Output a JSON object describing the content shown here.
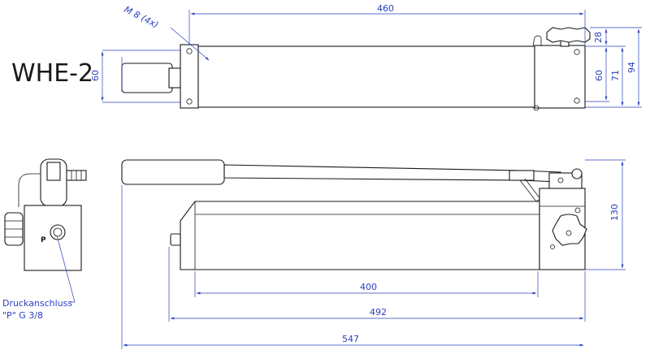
{
  "title": "WHE-2",
  "thread_note": "M 8 (4x)",
  "port_label": "P",
  "connection_note": {
    "line1": "Druckanschluss",
    "line2": "\"P\" G 3/8"
  },
  "dimensions": {
    "top_length": "460",
    "top_height_left": "60",
    "knob_height": "28",
    "body_height": "60",
    "overall_height_71": "71",
    "overall_height_94": "94",
    "side_height": "130",
    "length_400": "400",
    "length_492": "492",
    "length_547": "547"
  },
  "colors": {
    "line": "#1a1a1a",
    "dimension": "#2a3fbf",
    "background": "#ffffff"
  }
}
